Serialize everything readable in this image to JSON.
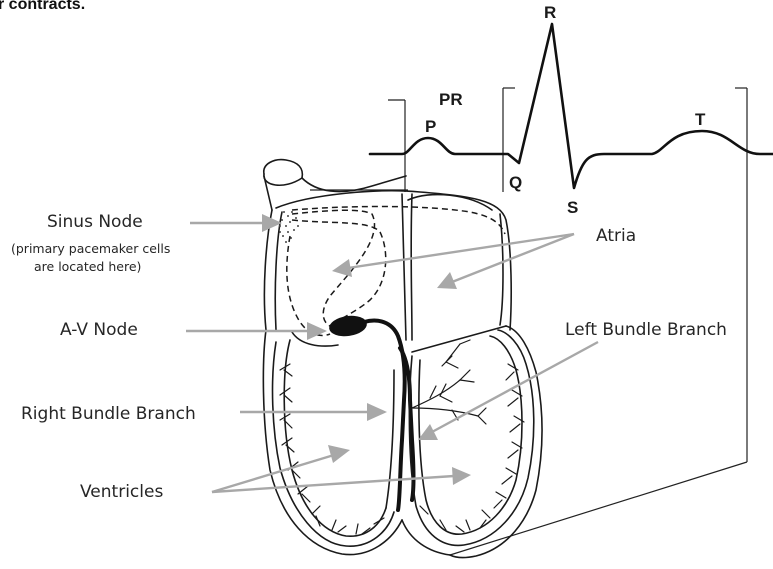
{
  "header_fragment": "r contracts.",
  "ecg": {
    "waves": {
      "r": "R",
      "p": "P",
      "q": "Q",
      "s": "S",
      "t": "T"
    },
    "interval": "PR"
  },
  "labels": {
    "sinus_node": "Sinus Node",
    "sinus_note_line1": "(primary pacemaker cells",
    "sinus_note_line2": "are located here)",
    "av_node": "A-V Node",
    "right_bundle": "Right Bundle Branch",
    "ventricles": "Ventricles",
    "atria": "Atria",
    "left_bundle": "Left Bundle Branch"
  },
  "colors": {
    "arrow": "#a8a8a8",
    "ink": "#1a1a1a"
  }
}
